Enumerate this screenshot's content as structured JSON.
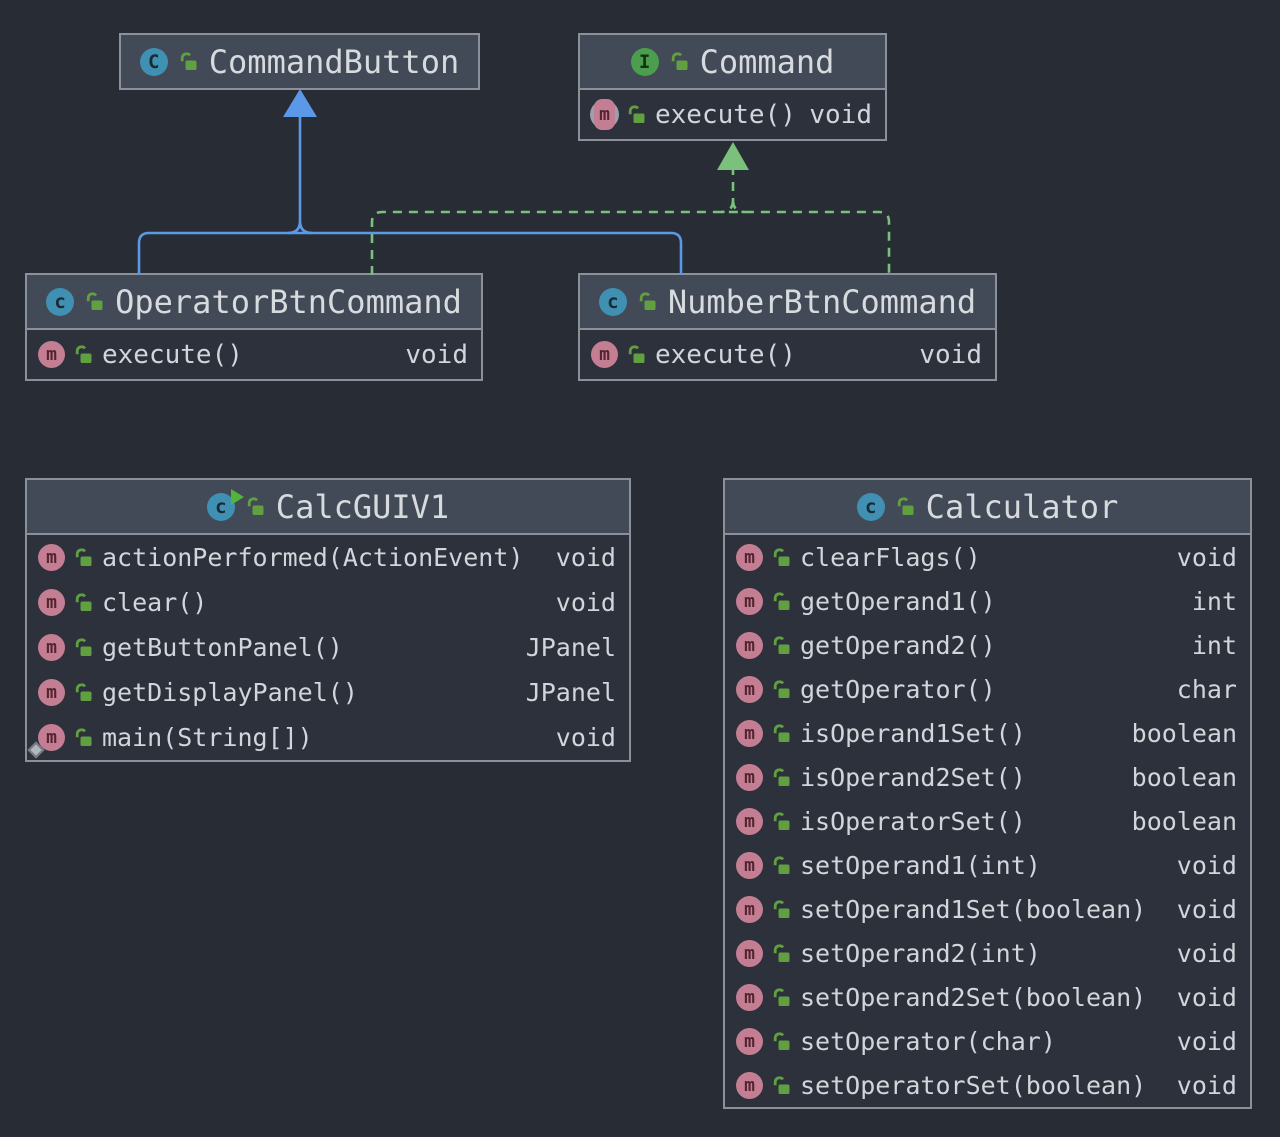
{
  "diagram": {
    "method_icon_letter": "m",
    "classes": [
      {
        "id": "command_button",
        "name": "CommandButton",
        "kind": "class",
        "icon_letter": "C",
        "methods": []
      },
      {
        "id": "command",
        "name": "Command",
        "kind": "interface",
        "icon_letter": "I",
        "methods": [
          {
            "name": "execute()",
            "type": "void",
            "abstract": true
          }
        ]
      },
      {
        "id": "operator_btn_command",
        "name": "OperatorBtnCommand",
        "kind": "class",
        "icon_letter": "c",
        "methods": [
          {
            "name": "execute()",
            "type": "void"
          }
        ]
      },
      {
        "id": "number_btn_command",
        "name": "NumberBtnCommand",
        "kind": "class",
        "icon_letter": "c",
        "methods": [
          {
            "name": "execute()",
            "type": "void"
          }
        ]
      },
      {
        "id": "calc_gui_v1",
        "name": "CalcGUIV1",
        "kind": "class",
        "icon_letter": "c",
        "runnable": true,
        "methods": [
          {
            "name": "actionPerformed(ActionEvent)",
            "type": "void"
          },
          {
            "name": "clear()",
            "type": "void"
          },
          {
            "name": "getButtonPanel()",
            "type": "JPanel"
          },
          {
            "name": "getDisplayPanel()",
            "type": "JPanel"
          },
          {
            "name": "main(String[])",
            "type": "void",
            "static": true
          }
        ]
      },
      {
        "id": "calculator",
        "name": "Calculator",
        "kind": "class",
        "icon_letter": "c",
        "methods": [
          {
            "name": "clearFlags()",
            "type": "void"
          },
          {
            "name": "getOperand1()",
            "type": "int"
          },
          {
            "name": "getOperand2()",
            "type": "int"
          },
          {
            "name": "getOperator()",
            "type": "char"
          },
          {
            "name": "isOperand1Set()",
            "type": "boolean"
          },
          {
            "name": "isOperand2Set()",
            "type": "boolean"
          },
          {
            "name": "isOperatorSet()",
            "type": "boolean"
          },
          {
            "name": "setOperand1(int)",
            "type": "void"
          },
          {
            "name": "setOperand1Set(boolean)",
            "type": "void"
          },
          {
            "name": "setOperand2(int)",
            "type": "void"
          },
          {
            "name": "setOperand2Set(boolean)",
            "type": "void"
          },
          {
            "name": "setOperator(char)",
            "type": "void"
          },
          {
            "name": "setOperatorSet(boolean)",
            "type": "void"
          }
        ]
      }
    ],
    "relations": [
      {
        "from": "OperatorBtnCommand",
        "to": "CommandButton",
        "type": "extends"
      },
      {
        "from": "NumberBtnCommand",
        "to": "CommandButton",
        "type": "extends"
      },
      {
        "from": "OperatorBtnCommand",
        "to": "Command",
        "type": "implements"
      },
      {
        "from": "NumberBtnCommand",
        "to": "Command",
        "type": "implements"
      }
    ],
    "colors": {
      "canvas_bg": "#272c35",
      "header_bg": "#424a57",
      "body_bg": "#2c313c",
      "border": "#8b9099",
      "extends_line": "#5b99e8",
      "implements_line": "#7cc17b",
      "class_icon": "#3f90b3",
      "interface_icon": "#4a9e4d",
      "method_icon": "#c47e93",
      "lock_icon": "#60a040",
      "run_overlay": "#53b33b"
    }
  }
}
